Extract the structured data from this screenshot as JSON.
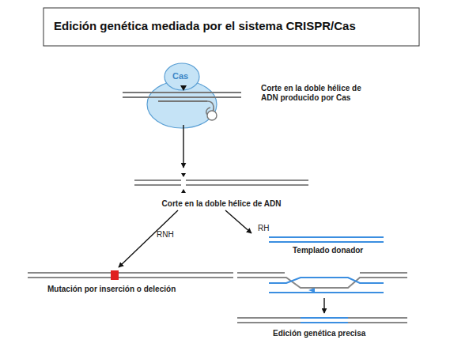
{
  "diagram": {
    "title": "Edición genética mediada por el sistema CRISPR/Cas",
    "nodes": [
      {
        "text": [
          "Cas",
          "Corte en la doble hélice de ADN producido por Cas"
        ]
      },
      {
        "text": [
          "Corte en la doble hélice de ADN"
        ]
      },
      {
        "text": [
          "Mutación por inserción o deleción"
        ]
      },
      {
        "text": [
          "Templado donador"
        ]
      },
      {
        "text": [
          "Edición genética precisa"
        ]
      }
    ],
    "edges": [
      {
        "from": 0,
        "to": 1,
        "arrow": "to"
      },
      {
        "from": 1,
        "to": 2,
        "label": "RNH",
        "arrow": "to"
      },
      {
        "from": 1,
        "to": 3,
        "label": "RH",
        "arrow": "to"
      },
      {
        "from": 3,
        "to": 4,
        "arrow": "to"
      }
    ]
  }
}
